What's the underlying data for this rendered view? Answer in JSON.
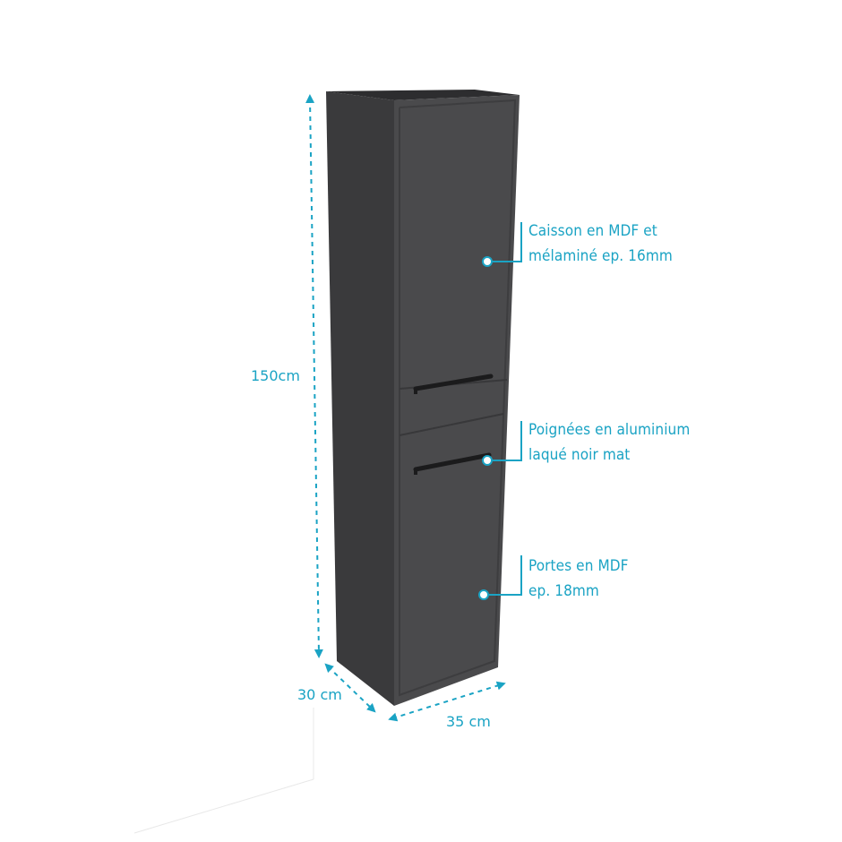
{
  "colors": {
    "accent": "#1aa3c4",
    "cabinet_front": "#4b4b4d",
    "cabinet_side": "#3b3b3d",
    "cabinet_top": "#2e2e30",
    "handle": "#1c1c1d"
  },
  "dimensions": {
    "height": "150cm",
    "depth": "30 cm",
    "width": "35 cm"
  },
  "annotations": [
    {
      "lines": [
        "Caisson en MDF et",
        "mélaminé ep. 16mm"
      ]
    },
    {
      "lines": [
        "Poignées en aluminium",
        "laqué noir mat"
      ]
    },
    {
      "lines": [
        "Portes en MDF",
        "ep. 18mm"
      ]
    }
  ]
}
